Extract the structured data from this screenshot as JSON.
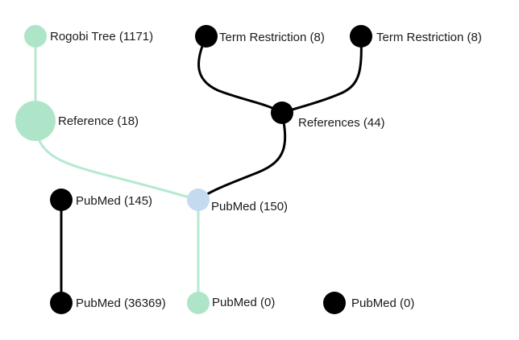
{
  "colors": {
    "green": "#aee5c8",
    "black": "#000000",
    "blue": "#c2dbee",
    "edge_green": "#b6ead0",
    "edge_black": "#000000"
  },
  "nodes": [
    {
      "id": "rogobi-tree",
      "label": "Rogobi Tree (1171)",
      "color": "green"
    },
    {
      "id": "term-restriction-a",
      "label": "Term Restriction (8)",
      "color": "black"
    },
    {
      "id": "term-restriction-b",
      "label": "Term Restriction (8)",
      "color": "black"
    },
    {
      "id": "reference",
      "label": "Reference (18)",
      "color": "green"
    },
    {
      "id": "references",
      "label": "References (44)",
      "color": "black"
    },
    {
      "id": "pubmed-145",
      "label": "PubMed (145)",
      "color": "black"
    },
    {
      "id": "pubmed-150",
      "label": "PubMed (150)",
      "color": "blue"
    },
    {
      "id": "pubmed-36369",
      "label": "PubMed (36369)",
      "color": "black"
    },
    {
      "id": "pubmed-0-a",
      "label": "PubMed (0)",
      "color": "green"
    },
    {
      "id": "pubmed-0-b",
      "label": "PubMed (0)",
      "color": "black"
    }
  ],
  "edges": [
    {
      "from": "rogobi-tree",
      "to": "reference",
      "color": "edge_green"
    },
    {
      "from": "reference",
      "to": "pubmed-150",
      "color": "edge_green"
    },
    {
      "from": "term-restriction-a",
      "to": "references",
      "color": "edge_black"
    },
    {
      "from": "term-restriction-b",
      "to": "references",
      "color": "edge_black"
    },
    {
      "from": "references",
      "to": "pubmed-150",
      "color": "edge_black"
    },
    {
      "from": "pubmed-150",
      "to": "pubmed-0-a",
      "color": "edge_green"
    },
    {
      "from": "pubmed-145",
      "to": "pubmed-36369",
      "color": "edge_black"
    }
  ]
}
